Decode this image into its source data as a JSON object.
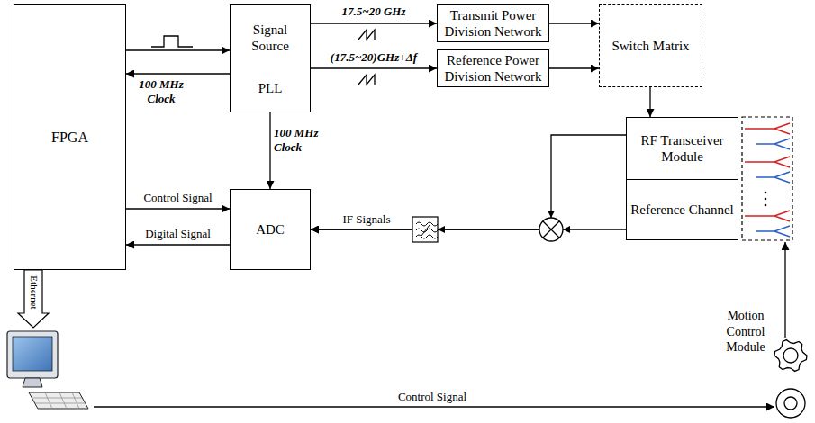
{
  "diagram": {
    "nodes": [
      {
        "text": [
          "FPGA"
        ]
      },
      {
        "text": [
          "Signal Source",
          "PLL"
        ]
      },
      {
        "text": [
          "Transmit Power Division Network"
        ]
      },
      {
        "text": [
          "Reference Power Division Network"
        ]
      },
      {
        "text": [
          "Switch Matrix"
        ]
      },
      {
        "text": [
          "RF Transceiver Module"
        ]
      },
      {
        "text": [
          "Reference Channel"
        ]
      },
      {
        "text": [
          "ADC"
        ]
      }
    ],
    "edges": [
      {
        "from": 0,
        "to": 1,
        "arrow": "to"
      },
      {
        "from": 1,
        "to": 0,
        "label": "100 MHz Clock",
        "arrow": "to"
      },
      {
        "from": 1,
        "to": 2,
        "label": "17.5~20 GHz",
        "arrow": "to"
      },
      {
        "from": 1,
        "to": 3,
        "label": "(17.5~20)GHz+Δf",
        "arrow": "to"
      },
      {
        "from": 2,
        "to": 4,
        "arrow": "to"
      },
      {
        "from": 3,
        "to": 4,
        "arrow": "to"
      },
      {
        "from": 1,
        "to": 7,
        "label": "100 MHz Clock",
        "arrow": "to"
      },
      {
        "from": 0,
        "to": 7,
        "label": "Control Signal",
        "arrow": "to"
      },
      {
        "from": 7,
        "to": 0,
        "label": "Digital Signal",
        "arrow": "to"
      },
      {
        "from": 4,
        "to": 5,
        "arrow": "to"
      },
      {
        "from": 5,
        "to": 7,
        "arrow": "to"
      },
      {
        "from": 6,
        "to": 7,
        "arrow": "to"
      }
    ],
    "labels": [
      "IF Signals",
      "Ethernet",
      "Motion Control Module",
      "Control Signal"
    ]
  }
}
